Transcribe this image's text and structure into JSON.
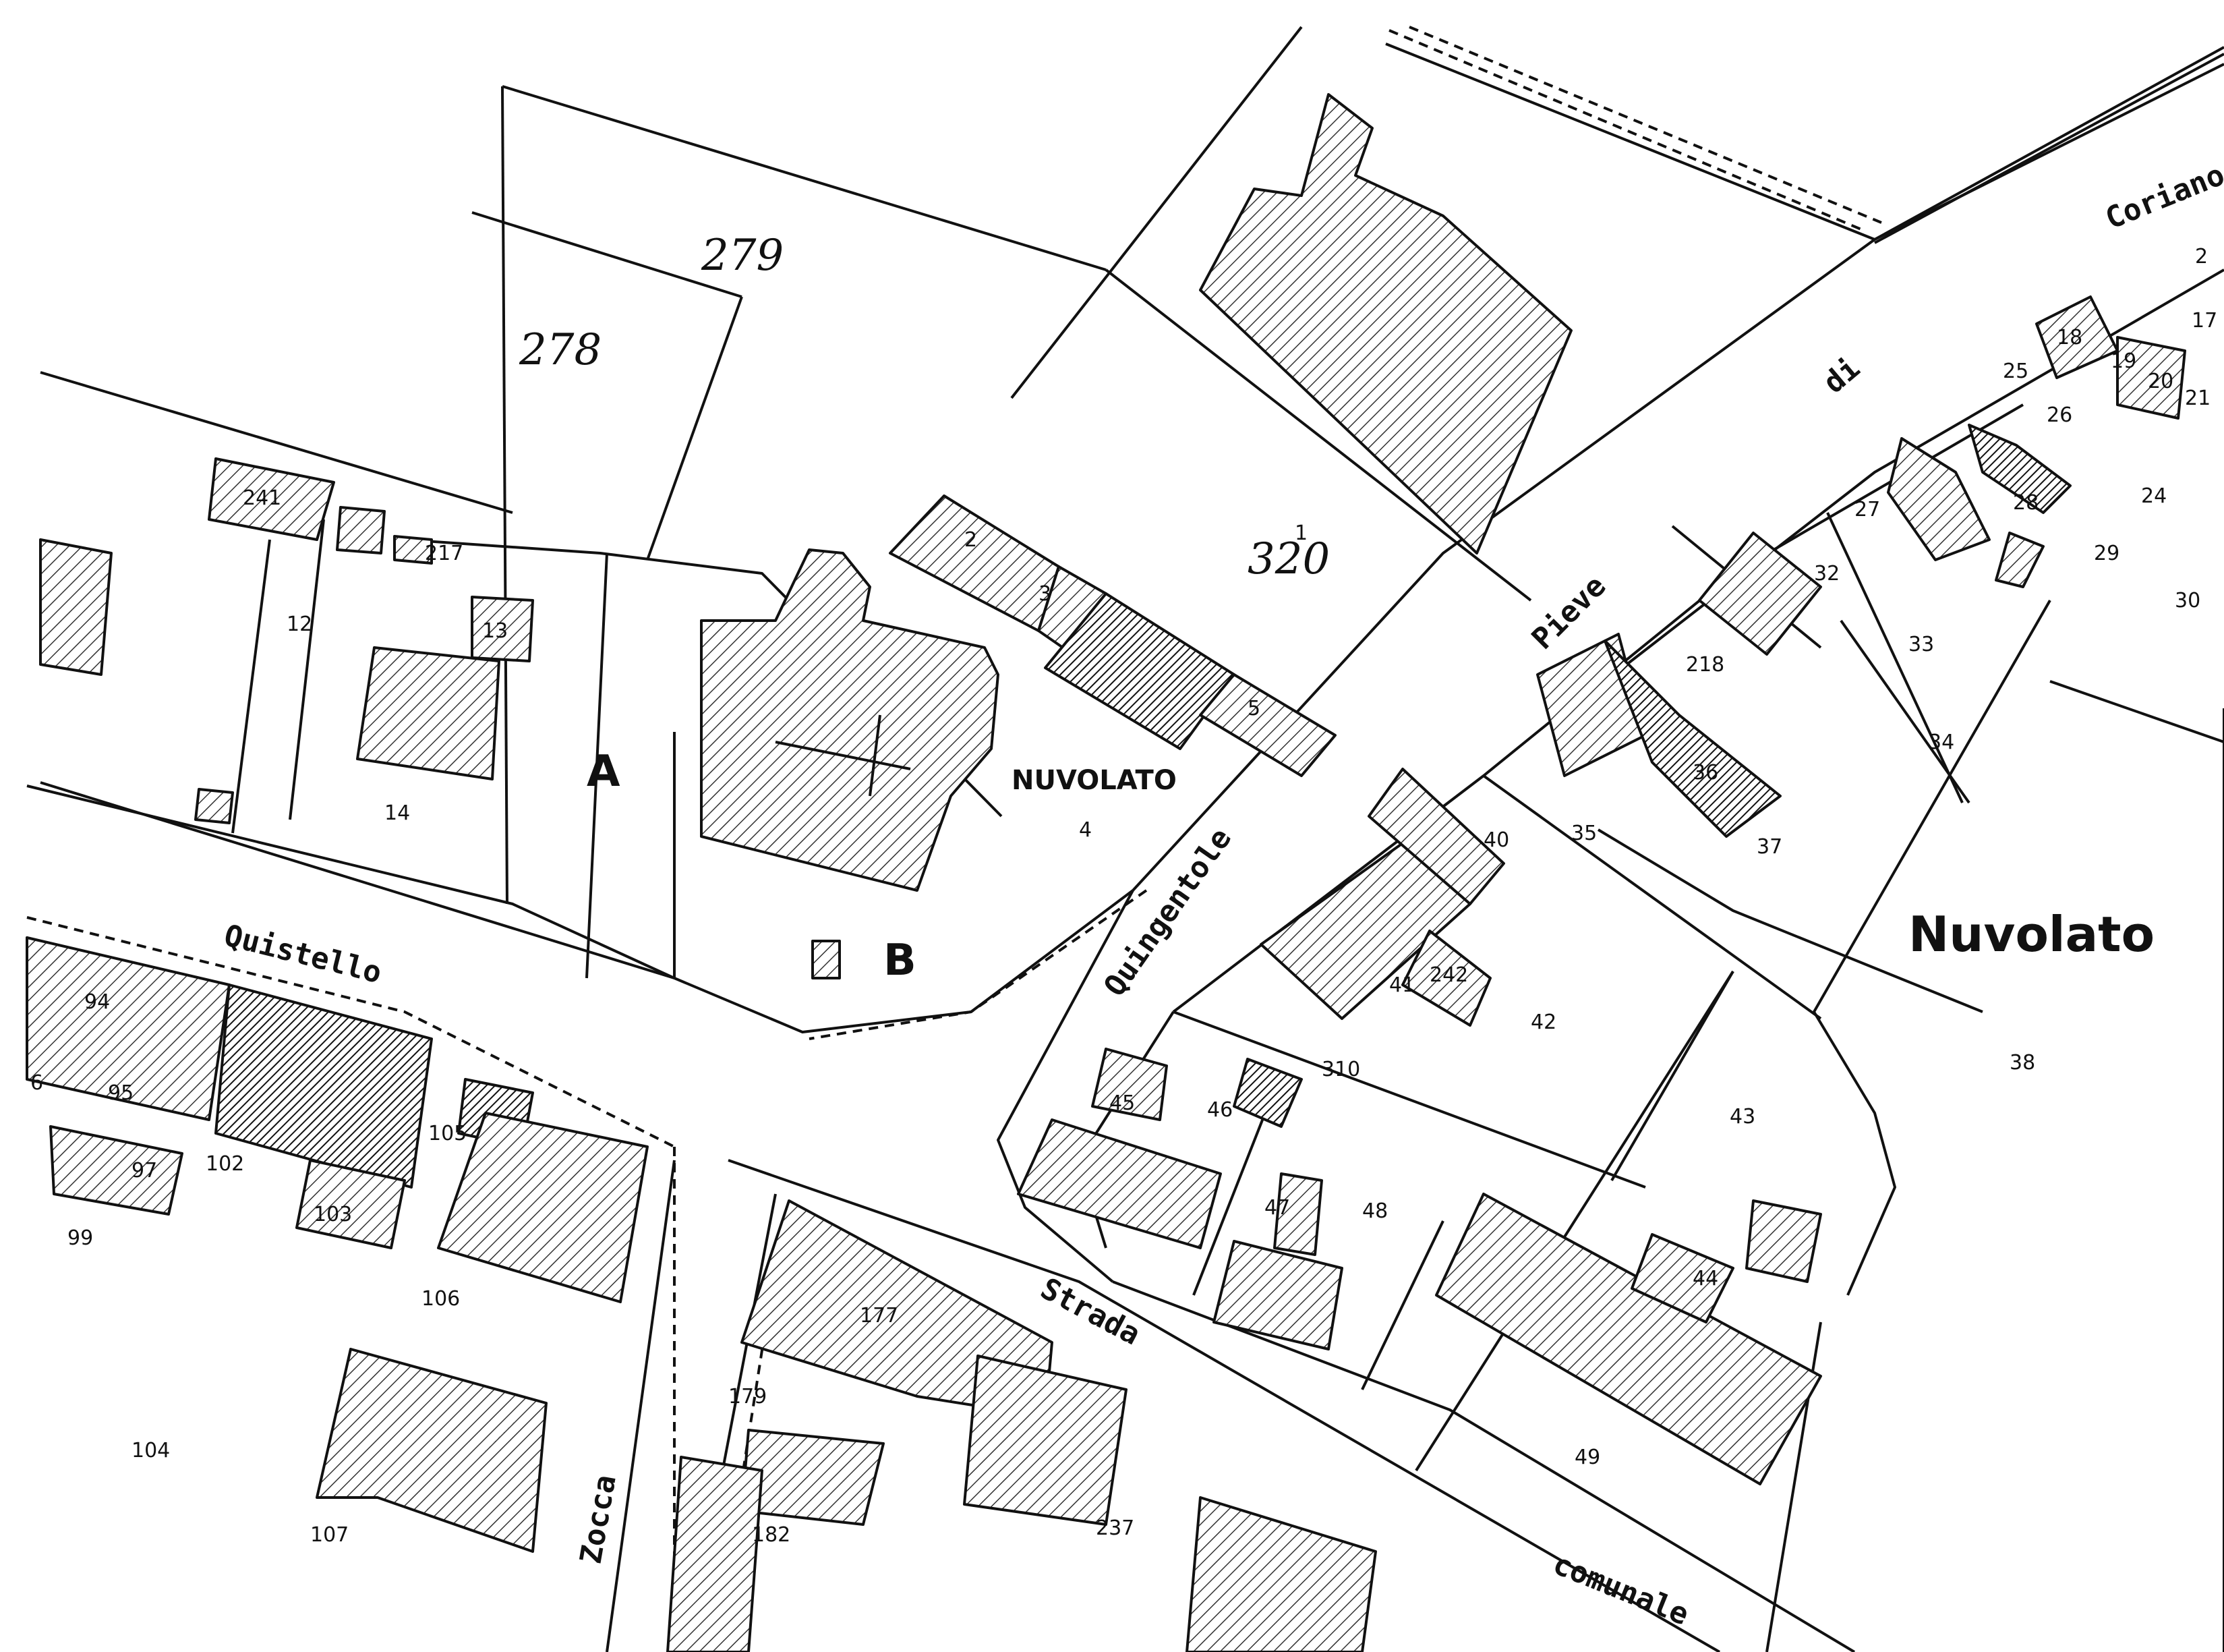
{
  "streets": {
    "quistello": "Quistello",
    "quingentole": "Quingentole",
    "pieve": "Pieve",
    "di": "di",
    "coriano": "Coriano",
    "strada": "Strada",
    "comunale": "comunale",
    "zocca": "Zocca"
  },
  "place": {
    "nuvolato_caps": "NUVOLATO",
    "nuvolato": "Nuvolato"
  },
  "markers": {
    "a": "A",
    "b": "B"
  },
  "handwritten": {
    "p279": "279",
    "p278": "278",
    "p320": "320"
  },
  "parcels": {
    "p241": "241",
    "p217": "217",
    "p12": "12",
    "p13": "13",
    "p14": "14",
    "p2": "2",
    "p3": "3",
    "p5": "5",
    "p4": "4",
    "p1": "1",
    "p18": "18",
    "p19": "19",
    "p20": "20",
    "p21": "21",
    "p17": "17",
    "p22": "2",
    "p25": "25",
    "p26": "26",
    "p24": "24",
    "p27": "27",
    "p28": "28",
    "p29": "29",
    "p30": "30",
    "p32": "32",
    "p33": "33",
    "p34": "34",
    "p218": "218",
    "p35": "35",
    "p36": "36",
    "p37": "37",
    "p40": "40",
    "p41": "41",
    "p242": "242",
    "p42": "42",
    "p43": "43",
    "p38": "38",
    "p45": "45",
    "p46": "46",
    "p310": "310",
    "p47": "47",
    "p48": "48",
    "p44": "44",
    "p49": "49",
    "p94": "94",
    "p6": "6",
    "p95": "95",
    "p97": "97",
    "p99": "99",
    "p102": "102",
    "p103": "103",
    "p105": "105",
    "p106": "106",
    "p104": "104",
    "p107": "107",
    "p177": "177",
    "p179": "179",
    "p182": "182",
    "p237": "237"
  }
}
